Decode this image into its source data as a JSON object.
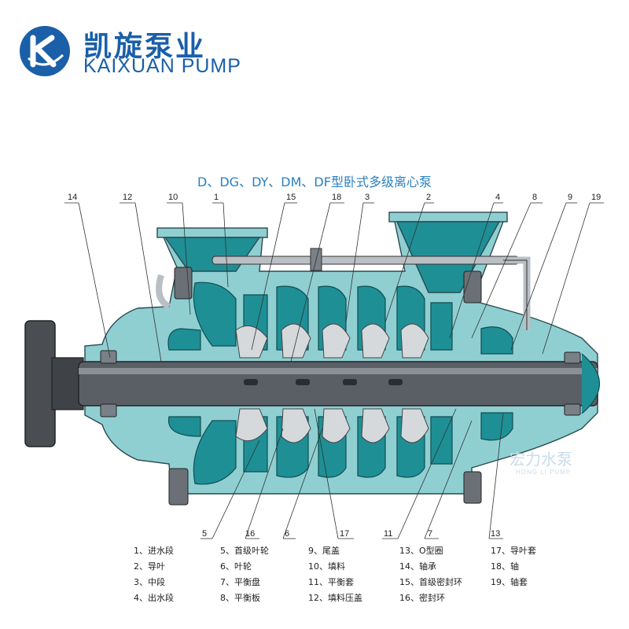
{
  "brand": {
    "name_cn": "凯旋泵业",
    "name_en": "KAIXUAN PUMP"
  },
  "title": "D、DG、DY、DM、DF型卧式多级离心泵",
  "watermark": {
    "cn": "宏力水泵",
    "en": "HONG LI PUMP"
  },
  "callouts_top": [
    "14",
    "12",
    "10",
    "1",
    "15",
    "18",
    "3",
    "2",
    "4",
    "8",
    "9",
    "19"
  ],
  "callouts_bottom": [
    "5",
    "16",
    "6",
    "17",
    "11",
    "7",
    "13"
  ],
  "legend": [
    [
      "1、进水段",
      "2、导叶",
      "3、中段",
      "4、出水段"
    ],
    [
      "5、首级叶轮",
      "6、叶轮",
      "7、平衡盘",
      "8、平衡板"
    ],
    [
      "9、尾盖",
      "10、填料",
      "11、平衡套",
      "12、填料压盖"
    ],
    [
      "13、O型圈",
      "14、轴承",
      "15、首级密封环",
      "16、密封环"
    ],
    [
      "17、导叶套",
      "18、轴",
      "19、轴套"
    ]
  ],
  "colors": {
    "casing": "#8fcfd2",
    "outline": "#2a4a50",
    "impeller": "#1e8f95",
    "shaft": "#5a5f66"
  }
}
